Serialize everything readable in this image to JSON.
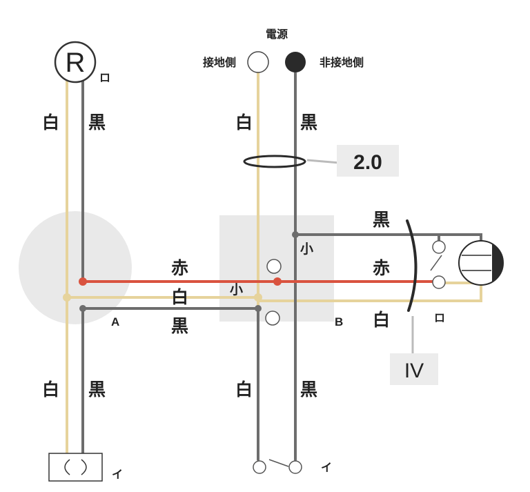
{
  "colors": {
    "white_wire": "#e6d39c",
    "black_wire": "#6d6d6d",
    "red_wire": "#d9533f",
    "box_fill": "#e9e9e9",
    "label_box": "#ececec",
    "ink": "#222222"
  },
  "power_source": {
    "title": "電源",
    "grounded_side": "接地側",
    "ungrounded_side": "非接地側"
  },
  "receptacle_r": {
    "symbol": "R",
    "tag": "ロ"
  },
  "wire_labels": {
    "left_upper_white": "白",
    "left_upper_black": "黒",
    "center_upper_white": "白",
    "center_upper_black": "黒",
    "right_upper_black": "黒",
    "right_upper_red": "赤",
    "right_lower_white": "白",
    "middle_red": "赤",
    "middle_white": "白",
    "middle_black": "黒",
    "left_lower_white": "白",
    "left_lower_black": "黒",
    "center_lower_white": "白",
    "center_lower_black": "黒"
  },
  "cable_tags": {
    "vvf_size": "2.0",
    "iv": "IV"
  },
  "junction_labels": {
    "a": "A",
    "b": "B",
    "small_1": "小",
    "small_2": "小"
  },
  "device_tags": {
    "lamp": "ロ",
    "outlet_bottom": "イ",
    "switch_bottom": "イ"
  }
}
